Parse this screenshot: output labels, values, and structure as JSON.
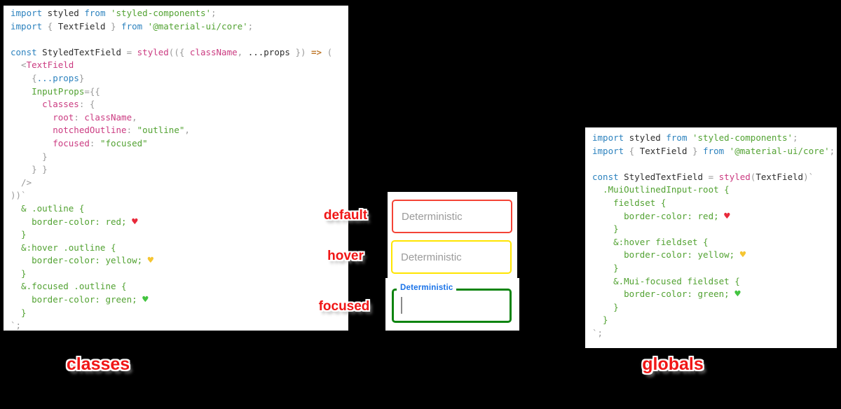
{
  "colors": {
    "background": "#000000",
    "panel_background": "#ffffff",
    "syntax_keyword": "#2c82be",
    "syntax_identifier": "#2e2e2e",
    "syntax_punctuation": "#9a9a9a",
    "syntax_pink": "#cb3b81",
    "syntax_string_css": "#52a232",
    "syntax_arrow": "#c07a2e",
    "heart_red": "#e8293a",
    "heart_yellow": "#f5c531",
    "heart_green": "#43c440",
    "label_red": "#f01616",
    "focused_label_blue": "#1a73e8",
    "placeholder_gray": "#9b9b9b"
  },
  "labels": {
    "default": "default",
    "hover": "hover",
    "focused": "focused",
    "classes": "classes",
    "globals": "globals"
  },
  "textfields": {
    "default": {
      "placeholder": "Deterministic",
      "border_color": "#f44336"
    },
    "hover": {
      "placeholder": "Deterministic",
      "border_color": "#ffe500"
    },
    "focused": {
      "label": "Deterministic",
      "border_color": "#0e8410",
      "label_color": "#1a73e8"
    }
  },
  "code": {
    "left": {
      "lines": [
        [
          {
            "t": "import",
            "c": "kw"
          },
          {
            "t": " styled ",
            "c": "id"
          },
          {
            "t": "from",
            "c": "kw"
          },
          {
            "t": " 'styled-components'",
            "c": "green"
          },
          {
            "t": ";",
            "c": "punc"
          }
        ],
        [
          {
            "t": "import",
            "c": "kw"
          },
          {
            "t": " { ",
            "c": "punc"
          },
          {
            "t": "TextField",
            "c": "id"
          },
          {
            "t": " } ",
            "c": "punc"
          },
          {
            "t": "from",
            "c": "kw"
          },
          {
            "t": " '@material-ui/core'",
            "c": "green"
          },
          {
            "t": ";",
            "c": "punc"
          }
        ],
        [],
        [
          {
            "t": "const",
            "c": "kw"
          },
          {
            "t": " StyledTextField ",
            "c": "id"
          },
          {
            "t": "= ",
            "c": "punc"
          },
          {
            "t": "styled",
            "c": "pink"
          },
          {
            "t": "(({ ",
            "c": "punc"
          },
          {
            "t": "className",
            "c": "pink"
          },
          {
            "t": ", ",
            "c": "punc"
          },
          {
            "t": "...props",
            "c": "id"
          },
          {
            "t": " }) ",
            "c": "punc"
          },
          {
            "t": "=>",
            "c": "arrow"
          },
          {
            "t": " (",
            "c": "punc"
          }
        ],
        [
          {
            "t": "  <",
            "c": "punc"
          },
          {
            "t": "TextField",
            "c": "pink"
          }
        ],
        [
          {
            "t": "    {",
            "c": "punc"
          },
          {
            "t": "...props",
            "c": "kw"
          },
          {
            "t": "}",
            "c": "punc"
          }
        ],
        [
          {
            "t": "    InputProps",
            "c": "green"
          },
          {
            "t": "={{",
            "c": "punc"
          }
        ],
        [
          {
            "t": "      classes",
            "c": "pink"
          },
          {
            "t": ": {",
            "c": "punc"
          }
        ],
        [
          {
            "t": "        root",
            "c": "pink"
          },
          {
            "t": ": ",
            "c": "punc"
          },
          {
            "t": "className",
            "c": "pink"
          },
          {
            "t": ",",
            "c": "punc"
          }
        ],
        [
          {
            "t": "        notchedOutline",
            "c": "pink"
          },
          {
            "t": ": ",
            "c": "punc"
          },
          {
            "t": "\"outline\"",
            "c": "green"
          },
          {
            "t": ",",
            "c": "punc"
          }
        ],
        [
          {
            "t": "        focused",
            "c": "pink"
          },
          {
            "t": ": ",
            "c": "punc"
          },
          {
            "t": "\"focused\"",
            "c": "green"
          }
        ],
        [
          {
            "t": "      }",
            "c": "punc"
          }
        ],
        [
          {
            "t": "    } }",
            "c": "punc"
          }
        ],
        [
          {
            "t": "  />",
            "c": "punc"
          }
        ],
        [
          {
            "t": "))`",
            "c": "punc"
          }
        ],
        [
          {
            "t": "  & .outline {",
            "c": "green"
          }
        ],
        [
          {
            "t": "    border-color: red; ",
            "c": "green"
          },
          {
            "t": "♥",
            "c": "hr"
          }
        ],
        [
          {
            "t": "  }",
            "c": "green"
          }
        ],
        [
          {
            "t": "  &:hover .outline {",
            "c": "green"
          }
        ],
        [
          {
            "t": "    border-color: yellow; ",
            "c": "green"
          },
          {
            "t": "♥",
            "c": "hy"
          }
        ],
        [
          {
            "t": "  }",
            "c": "green"
          }
        ],
        [
          {
            "t": "  &.focused .outline {",
            "c": "green"
          }
        ],
        [
          {
            "t": "    border-color: green; ",
            "c": "green"
          },
          {
            "t": "♥",
            "c": "hg"
          }
        ],
        [
          {
            "t": "  }",
            "c": "green"
          }
        ],
        [
          {
            "t": "`;",
            "c": "punc"
          }
        ]
      ]
    },
    "right": {
      "lines": [
        [
          {
            "t": "import",
            "c": "kw"
          },
          {
            "t": " styled ",
            "c": "id"
          },
          {
            "t": "from",
            "c": "kw"
          },
          {
            "t": " 'styled-components'",
            "c": "green"
          },
          {
            "t": ";",
            "c": "punc"
          }
        ],
        [
          {
            "t": "import",
            "c": "kw"
          },
          {
            "t": " { ",
            "c": "punc"
          },
          {
            "t": "TextField",
            "c": "id"
          },
          {
            "t": " } ",
            "c": "punc"
          },
          {
            "t": "from",
            "c": "kw"
          },
          {
            "t": " '@material-ui/core'",
            "c": "green"
          },
          {
            "t": ";",
            "c": "punc"
          }
        ],
        [],
        [
          {
            "t": "const",
            "c": "kw"
          },
          {
            "t": " StyledTextField ",
            "c": "id"
          },
          {
            "t": "= ",
            "c": "punc"
          },
          {
            "t": "styled",
            "c": "pink"
          },
          {
            "t": "(",
            "c": "punc"
          },
          {
            "t": "TextField",
            "c": "id"
          },
          {
            "t": ")`",
            "c": "punc"
          }
        ],
        [
          {
            "t": "  .MuiOutlinedInput-root {",
            "c": "green"
          }
        ],
        [
          {
            "t": "    fieldset {",
            "c": "green"
          }
        ],
        [
          {
            "t": "      border-color: red; ",
            "c": "green"
          },
          {
            "t": "♥",
            "c": "hr"
          }
        ],
        [
          {
            "t": "    }",
            "c": "green"
          }
        ],
        [
          {
            "t": "    &:hover fieldset {",
            "c": "green"
          }
        ],
        [
          {
            "t": "      border-color: yellow; ",
            "c": "green"
          },
          {
            "t": "♥",
            "c": "hy"
          }
        ],
        [
          {
            "t": "    }",
            "c": "green"
          }
        ],
        [
          {
            "t": "    &.Mui-focused fieldset {",
            "c": "green"
          }
        ],
        [
          {
            "t": "      border-color: green; ",
            "c": "green"
          },
          {
            "t": "♥",
            "c": "hg"
          }
        ],
        [
          {
            "t": "    }",
            "c": "green"
          }
        ],
        [
          {
            "t": "  }",
            "c": "green"
          }
        ],
        [
          {
            "t": "`;",
            "c": "punc"
          }
        ]
      ]
    }
  }
}
